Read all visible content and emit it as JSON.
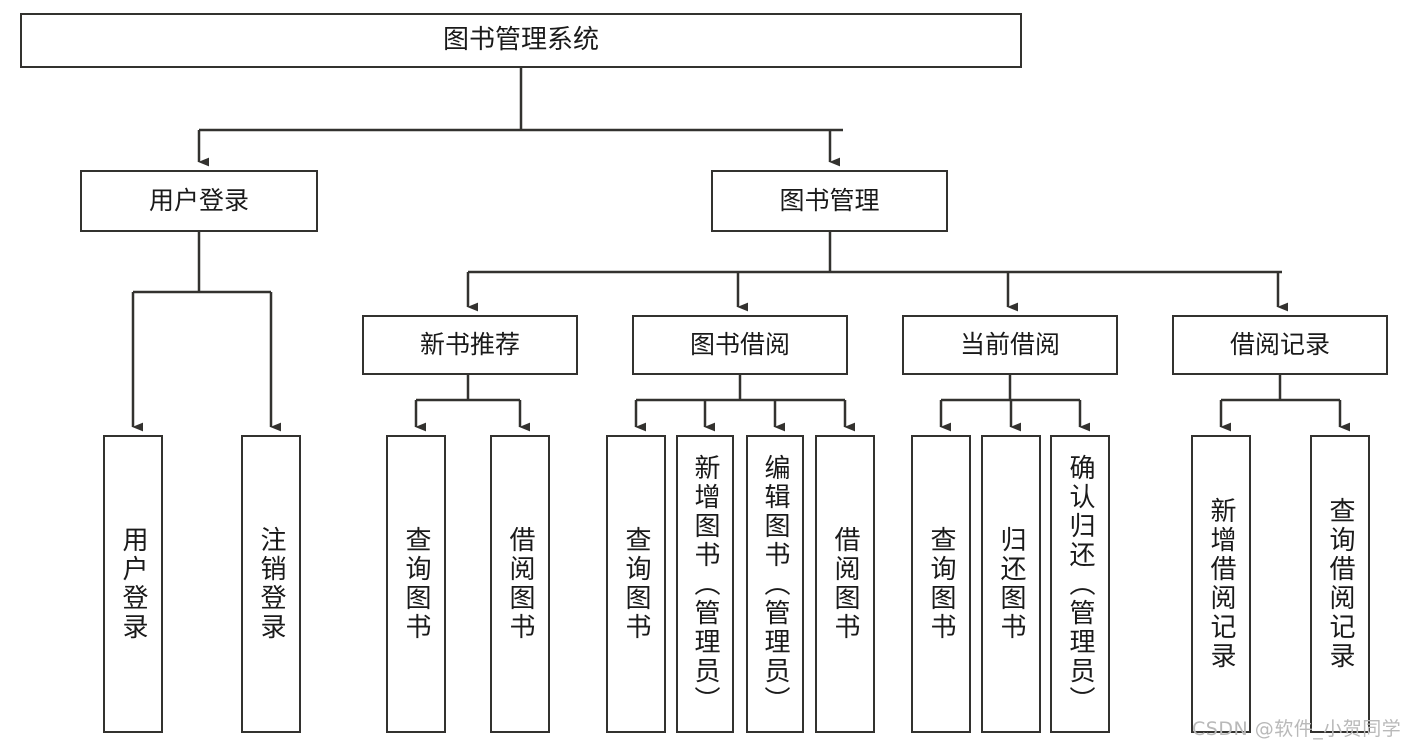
{
  "diagram": {
    "title": "图书管理系统",
    "type": "tree-hierarchy",
    "levels": 4
  },
  "nodes": {
    "root": {
      "label": "图书管理系统"
    },
    "level2": [
      {
        "id": "user-login",
        "label": "用户登录"
      },
      {
        "id": "book-management",
        "label": "图书管理"
      }
    ],
    "level3": [
      {
        "id": "new-book-recommend",
        "label": "新书推荐"
      },
      {
        "id": "book-borrow",
        "label": "图书借阅"
      },
      {
        "id": "current-borrow",
        "label": "当前借阅"
      },
      {
        "id": "borrow-record",
        "label": "借阅记录"
      }
    ],
    "leaves": {
      "user_login": [
        {
          "id": "leaf-user-login",
          "label": "用户登录"
        },
        {
          "id": "leaf-logout-login",
          "label": "注销登录"
        }
      ],
      "new_book_recommend": [
        {
          "id": "leaf-query-book-1",
          "label": "查询图书"
        },
        {
          "id": "leaf-borrow-book-1",
          "label": "借阅图书"
        }
      ],
      "book_borrow": [
        {
          "id": "leaf-query-book-2",
          "label": "查询图书"
        },
        {
          "id": "leaf-add-book",
          "label": "新增图书（管理员）"
        },
        {
          "id": "leaf-edit-book",
          "label": "编辑图书（管理员）"
        },
        {
          "id": "leaf-borrow-book-2",
          "label": "借阅图书"
        }
      ],
      "current_borrow": [
        {
          "id": "leaf-query-book-3",
          "label": "查询图书"
        },
        {
          "id": "leaf-return-book",
          "label": "归还图书"
        },
        {
          "id": "leaf-confirm-return",
          "label": "确认归还（管理员）"
        }
      ],
      "borrow_record": [
        {
          "id": "leaf-add-record",
          "label": "新增借阅记录"
        },
        {
          "id": "leaf-query-record",
          "label": "查询借阅记录"
        }
      ]
    }
  },
  "watermark": {
    "text": "CSDN @软件_小贺同学"
  },
  "colors": {
    "stroke": "#33322f",
    "background": "#ffffff",
    "text": "#1a1a1a",
    "watermark": "#b9b9b9"
  }
}
